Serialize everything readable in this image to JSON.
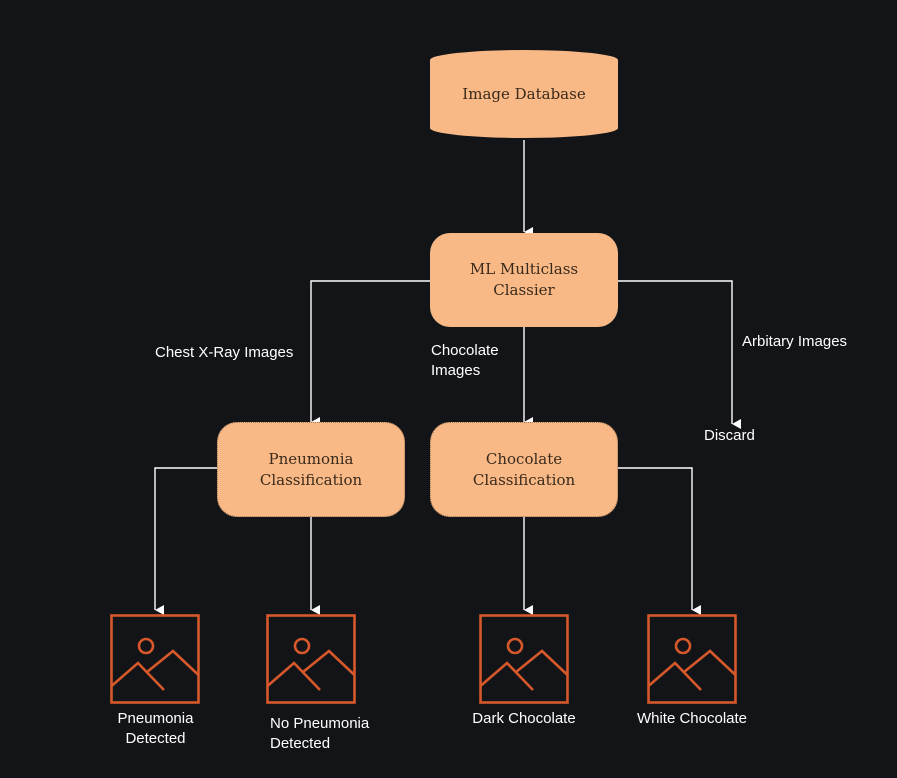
{
  "diagram": {
    "nodes": {
      "database": "Image Database",
      "classifier": "ML Multiclass Classier",
      "pneumonia": "Pneumonia Classification",
      "chocolate": "Chocolate Classification",
      "discard": "Discard"
    },
    "edge_labels": {
      "chest": "Chest X-Ray Images",
      "chocolate": "Chocolate Images",
      "arbitrary": "Arbitary Images"
    },
    "outputs": [
      {
        "label": "Pneumonia Detected",
        "icon": "image-icon"
      },
      {
        "label": "No Pneumonia Detected",
        "icon": "image-icon"
      },
      {
        "label": "Dark Chocolate",
        "icon": "image-icon"
      },
      {
        "label": "White Chocolate",
        "icon": "image-icon"
      }
    ],
    "colors": {
      "background": "#131417",
      "node_fill": "#f8b986",
      "icon_stroke": "#d6582b",
      "connector": "#ffffff"
    }
  }
}
